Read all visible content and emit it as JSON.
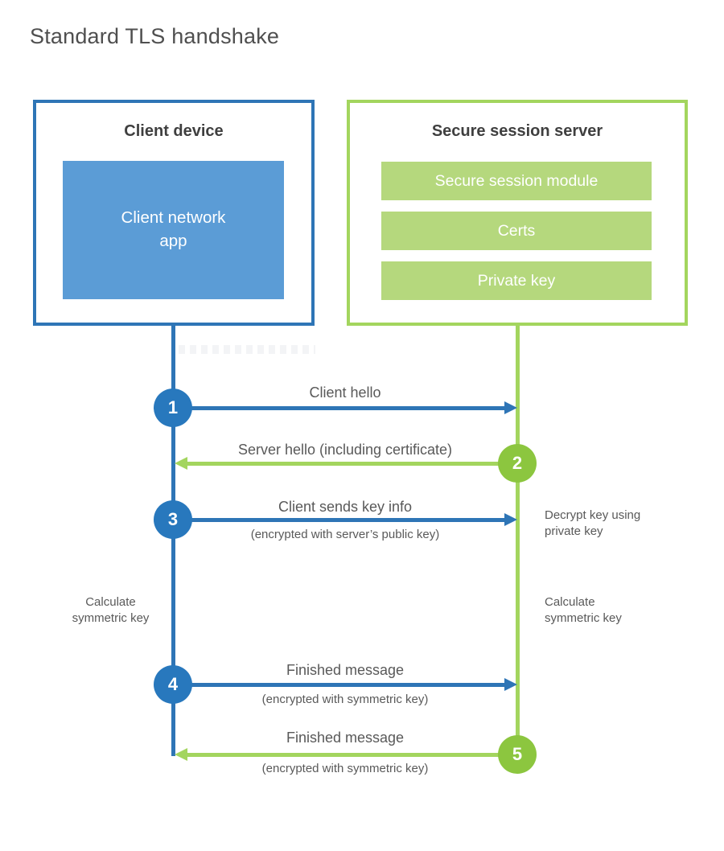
{
  "title": "Standard TLS handshake",
  "colors": {
    "blue": "#2e75b6",
    "blue_circle": "#2878bd",
    "blue_fill": "#5b9cd6",
    "green_line": "#a3d55e",
    "green_circle": "#8cc63f",
    "green_fill": "#b5d87d",
    "heading": "#3f3f3f",
    "label": "#595959",
    "title_text": "#4f4f4f"
  },
  "client_box": {
    "title": "Client device",
    "app_label": "Client network\napp"
  },
  "server_box": {
    "title": "Secure session server",
    "modules": [
      "Secure session module",
      "Certs",
      "Private key"
    ]
  },
  "steps": [
    {
      "num": "1",
      "from": "client",
      "label": "Client hello"
    },
    {
      "num": "2",
      "from": "server",
      "label": "Server hello (including certificate)"
    },
    {
      "num": "3",
      "from": "client",
      "label": "Client sends key info",
      "sublabel": "(encrypted with server’s public key)"
    },
    {
      "num": "4",
      "from": "client",
      "label": "Finished message",
      "sublabel": "(encrypted with symmetric key)"
    },
    {
      "num": "5",
      "from": "server",
      "label": "Finished message",
      "sublabel": "(encrypted with symmetric key)"
    }
  ],
  "notes": {
    "decrypt": "Decrypt key using\nprivate key",
    "calculate_left": "Calculate\nsymmetric key",
    "calculate_right": "Calculate\nsymmetric key"
  }
}
